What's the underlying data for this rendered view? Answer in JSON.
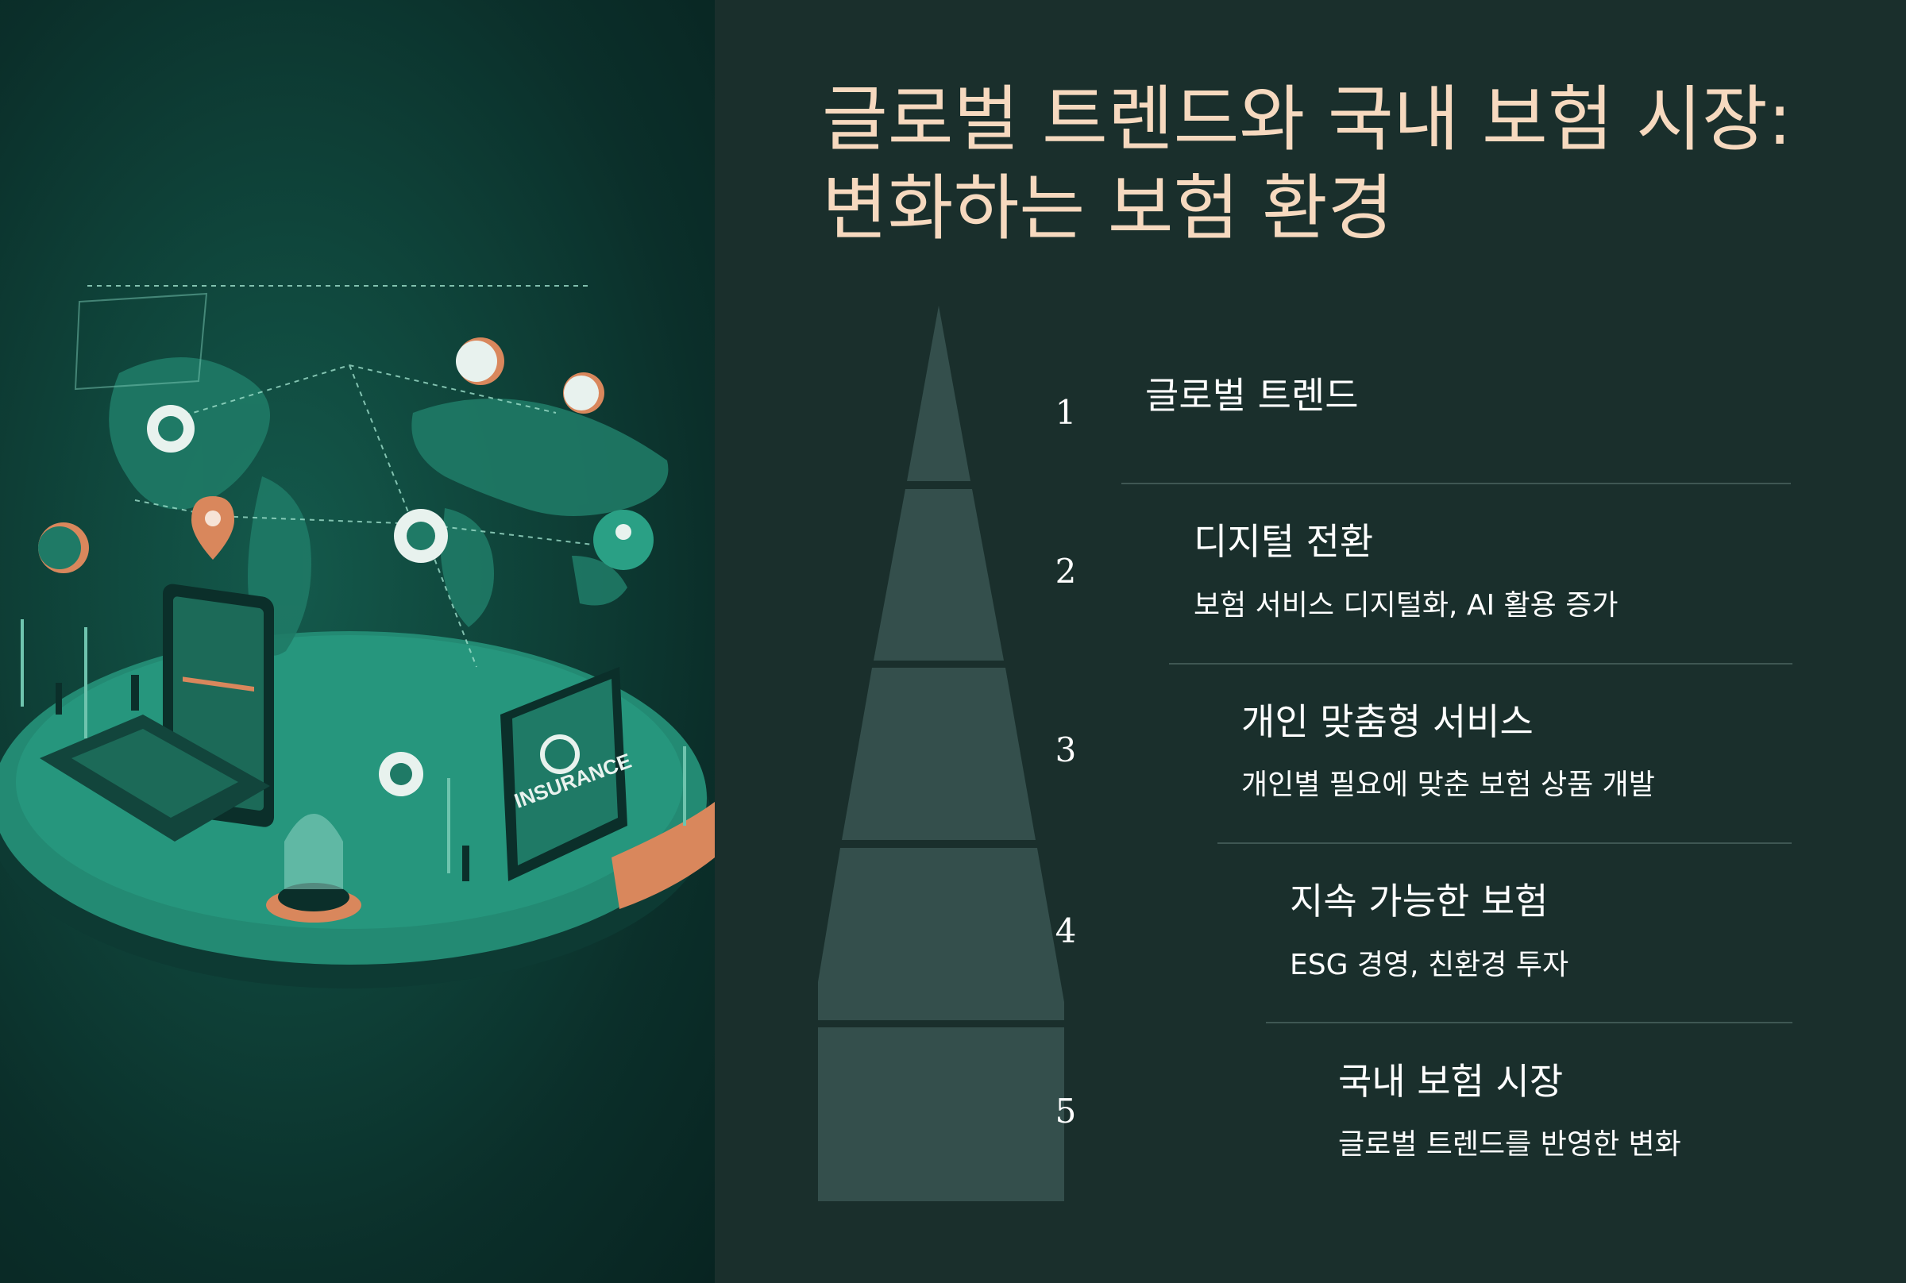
{
  "slide": {
    "title_line1": "글로벌 트렌드와 국내 보험 시장:",
    "title_line2": "변화하는 보험 환경",
    "tiers": [
      {
        "number": "1",
        "title": "글로벌 트렌드",
        "description": ""
      },
      {
        "number": "2",
        "title": "디지털 전환",
        "description": "보험 서비스 디지털화, AI 활용 증가"
      },
      {
        "number": "3",
        "title": "개인 맞춤형 서비스",
        "description": "개인별 필요에 맞춘 보험 상품 개발"
      },
      {
        "number": "4",
        "title": "지속 가능한 보험",
        "description": "ESG 경영, 친환경 투자"
      },
      {
        "number": "5",
        "title": "국내 보험 시장",
        "description": "글로벌 트렌드를 반영한 변화"
      }
    ]
  },
  "illustration": {
    "screen_text": "INSURANCE",
    "colors": {
      "teal": "#2a9a80",
      "orange": "#d9875c",
      "dark": "#0b2f2a"
    }
  },
  "colors": {
    "background": "#1a2f2c",
    "title": "#f6d9bf",
    "pyramid_fill": "#344f4c",
    "divider": "#3f5753"
  }
}
